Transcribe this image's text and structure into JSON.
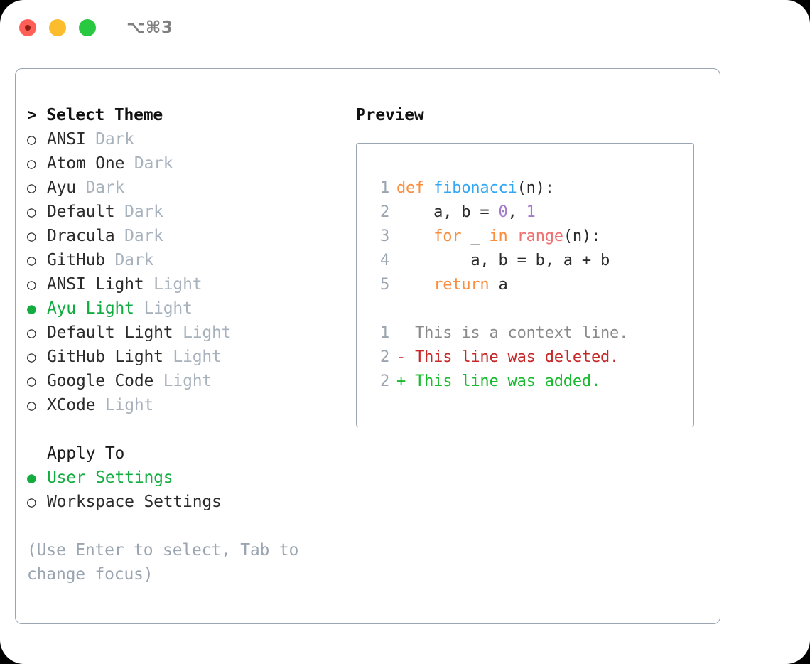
{
  "titlebar": {
    "shortcut": "⌥⌘3",
    "buttons": [
      {
        "name": "close",
        "color": "#ff5f57"
      },
      {
        "name": "minimize",
        "color": "#fbbd2e"
      },
      {
        "name": "maximize",
        "color": "#28c840"
      }
    ]
  },
  "theme_section": {
    "heading": "> Select Theme",
    "marker_selected": "●",
    "marker_unselected": "○",
    "items": [
      {
        "label": "ANSI",
        "badge": "Dark",
        "selected": false
      },
      {
        "label": "Atom One",
        "badge": "Dark",
        "selected": false
      },
      {
        "label": "Ayu",
        "badge": "Dark",
        "selected": false
      },
      {
        "label": "Default",
        "badge": "Dark",
        "selected": false
      },
      {
        "label": "Dracula",
        "badge": "Dark",
        "selected": false
      },
      {
        "label": "GitHub",
        "badge": "Dark",
        "selected": false
      },
      {
        "label": "ANSI Light",
        "badge": "Light",
        "selected": false
      },
      {
        "label": "Ayu Light",
        "badge": "Light",
        "selected": true
      },
      {
        "label": "Default Light",
        "badge": "Light",
        "selected": false
      },
      {
        "label": "GitHub Light",
        "badge": "Light",
        "selected": false
      },
      {
        "label": "Google Code",
        "badge": "Light",
        "selected": false
      },
      {
        "label": "XCode",
        "badge": "Light",
        "selected": false
      }
    ]
  },
  "apply_section": {
    "heading": "Apply To",
    "items": [
      {
        "label": "User Settings",
        "selected": true
      },
      {
        "label": "Workspace Settings",
        "selected": false
      }
    ]
  },
  "hint": "(Use Enter to select, Tab to change focus)",
  "preview": {
    "heading": "Preview",
    "code_lines": [
      {
        "no": "1",
        "tokens": [
          {
            "t": "def",
            "c": "kw"
          },
          {
            "t": " ",
            "c": "pl"
          },
          {
            "t": "fibonacci",
            "c": "fn"
          },
          {
            "t": "(n):",
            "c": "pl"
          }
        ]
      },
      {
        "no": "2",
        "tokens": [
          {
            "t": "    a, b = ",
            "c": "pl"
          },
          {
            "t": "0",
            "c": "num"
          },
          {
            "t": ", ",
            "c": "pl"
          },
          {
            "t": "1",
            "c": "num"
          }
        ]
      },
      {
        "no": "3",
        "tokens": [
          {
            "t": "    ",
            "c": "pl"
          },
          {
            "t": "for",
            "c": "kw"
          },
          {
            "t": " _ ",
            "c": "pl"
          },
          {
            "t": "in",
            "c": "kw"
          },
          {
            "t": " ",
            "c": "pl"
          },
          {
            "t": "range",
            "c": "bi"
          },
          {
            "t": "(n):",
            "c": "pl"
          }
        ]
      },
      {
        "no": "4",
        "tokens": [
          {
            "t": "        a, b = b, a + b",
            "c": "pl"
          }
        ]
      },
      {
        "no": "5",
        "tokens": [
          {
            "t": "    ",
            "c": "pl"
          },
          {
            "t": "return",
            "c": "kw"
          },
          {
            "t": " a",
            "c": "pl"
          }
        ]
      }
    ],
    "diff_lines": [
      {
        "no": "1",
        "kind": "ctx",
        "text": "  This is a context line."
      },
      {
        "no": "2",
        "kind": "del",
        "text": "- This line was deleted."
      },
      {
        "no": "2",
        "kind": "add",
        "text": "+ This line was added."
      }
    ]
  }
}
